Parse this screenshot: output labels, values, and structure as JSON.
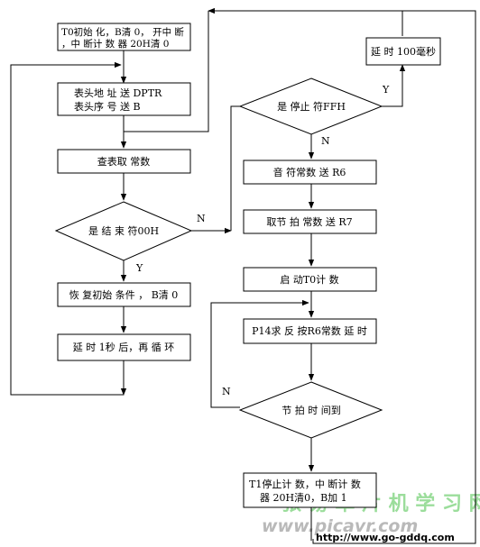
{
  "nodes": {
    "init": [
      "T0初始 化，B清 0， 开中 断",
      "，中 断计 数 器 20H清 0"
    ],
    "table_addr": [
      "表头地 址 送      DPTR",
      "表头序 号 送               B"
    ],
    "lookup": "查表取 常数",
    "is_end": "是 结 束 符00H",
    "restore": "恢 复初始 条件 ， B清 0",
    "delay1s": "延 时 1秒 后，再 循 环",
    "is_stop": "是 停止 符FFH",
    "delay100": "延 时 100毫秒",
    "note_const": "音 符常数 送       R6",
    "beat_const": "取节 拍 常数 送      R7",
    "start_t0": "启 动T0计 数",
    "p14": "P14求 反 按R6常数 延 时",
    "beat_up": "节 拍 时 间到",
    "t1_stop": [
      "T1停止计  数，中 断计 数",
      "器 20H清0，B加 1"
    ]
  },
  "edge_labels": {
    "n_end": "N",
    "y_end": "Y",
    "y_stop": "Y",
    "n_stop": "N",
    "n_beat": "N"
  },
  "watermark": {
    "line1": "张 易 单 片 机 学 习 网",
    "line2": "www.picavr.com",
    "line3": "http://www.go-gddq.com"
  }
}
